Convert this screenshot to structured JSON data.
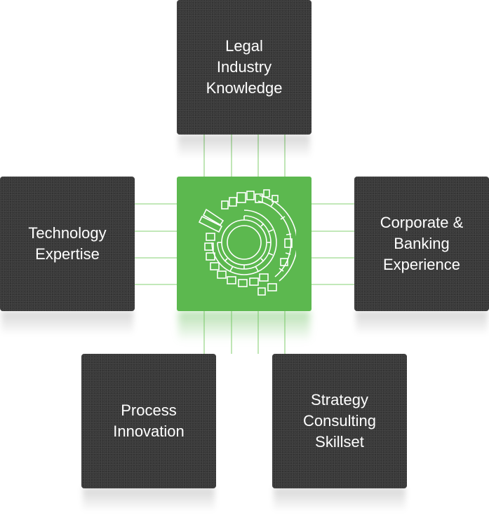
{
  "diagram": {
    "center": {
      "icon": "circular-segmented-logo-icon",
      "color": "#5cb84f"
    },
    "box_color": "#3a3a3a",
    "line_color": "#9ed98f",
    "nodes": [
      {
        "id": "top",
        "label": "Legal\nIndustry\nKnowledge"
      },
      {
        "id": "left",
        "label": "Technology\nExpertise"
      },
      {
        "id": "right",
        "label": "Corporate &\nBanking\nExperience"
      },
      {
        "id": "bottom-left",
        "label": "Process\nInnovation"
      },
      {
        "id": "bottom-right",
        "label": "Strategy\nConsulting\nSkillset"
      }
    ]
  }
}
